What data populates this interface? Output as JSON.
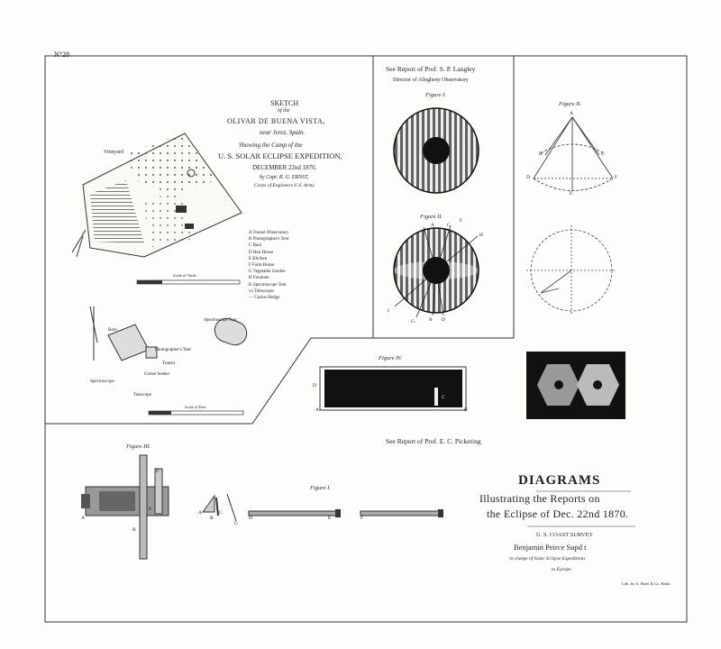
{
  "plate_number": "N°28",
  "sketch": {
    "title": "SKETCH",
    "of_the": "of the",
    "place": "OLIVAR DE BUENA VISTA,",
    "near": "near Jerez, Spain.",
    "showing": "Showing the Camp of the",
    "expedition": "U. S. SOLAR ECLIPSE EXPEDITION,",
    "date": "DECEMBER 22nd 1870.",
    "by": "by Capt. R. G. ERNST,",
    "corps": "Corps of Engineers U.S. Army",
    "vineyard": "Vineyard",
    "scale_yards": "Scale of Yards",
    "scale_feet": "Scale of Feet",
    "legend": [
      "A  Transit Observatory",
      "B  Photographer's Tent",
      "C  Barn",
      "D  Hen House",
      "E  Kitchen",
      "F  Farm House",
      "G  Vegetable Garden",
      "H  Fountain",
      "K  Spectroscope Tent",
      "xx  Telescopes",
      "—  Cactus Hedge"
    ],
    "detail_labels": {
      "barn": "Barn",
      "spectroscope_tent": "Spectroscope Tent",
      "photographers_tent": "Photographer's Tent",
      "transit": "Transit",
      "comet_seeker": "Comet Seeker",
      "spectroscope": "Spectroscope",
      "telescope": "Telescope"
    }
  },
  "langley": {
    "heading": "See Report of Prof. S. P. Langley",
    "subheading": "Director of Allegheny Observatory",
    "fig1": "Figure I.",
    "fig2": "Figure II.",
    "fig2_labels": [
      "A",
      "C",
      "F",
      "H",
      "I",
      "G",
      "B",
      "D"
    ]
  },
  "right_fig": {
    "title": "Figure II.",
    "labels": [
      "A",
      "B",
      "C",
      "D",
      "E",
      "F"
    ]
  },
  "fig4": {
    "title": "Figure IV.",
    "labels": [
      "D",
      "A",
      "B",
      "C"
    ]
  },
  "pickering": "See Report of Prof. E. C. Pickering",
  "fig3": {
    "title": "Figure III.",
    "labels": [
      "E",
      "A",
      "P",
      "B",
      "A",
      "B",
      "C",
      "G"
    ]
  },
  "fig_i_bottom": {
    "title": "Figure I.",
    "labels": [
      "D",
      "E",
      "F"
    ]
  },
  "diagrams": {
    "title": "DIAGRAMS",
    "line1": "Illustrating the Reports on",
    "line2": "the Eclipse of Dec. 22nd 1870.",
    "survey": "U. S. COAST SURVEY",
    "supt": "Benjamin Peirce Supd t",
    "charge": "in charge of Solar Eclipse Expeditions",
    "europe": "to Europe.",
    "lith": "Lith. by A. Hoen & Co. Balto."
  }
}
